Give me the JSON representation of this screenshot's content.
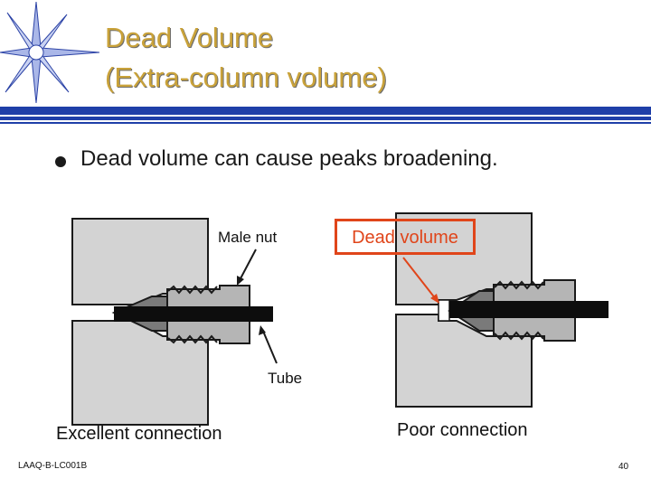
{
  "slide": {
    "title_line1": "Dead Volume",
    "title_line2": "(Extra-column volume)",
    "bullet": "Dead volume can cause peaks broadening.",
    "footer_code": "LAAQ-B-LC001B",
    "page_number": "40"
  },
  "diagram": {
    "label_male_nut": "Male nut",
    "label_dead_volume": "Dead volume",
    "label_tube": "Tube",
    "caption_left": "Excellent connection",
    "caption_right": "Poor connection"
  },
  "colors": {
    "title": "#c9a23a",
    "band_blue": "#1f3fa8",
    "dead_volume": "#e0451a",
    "block_fill": "#d3d3d3",
    "nut_fill": "#b5b5b5"
  }
}
